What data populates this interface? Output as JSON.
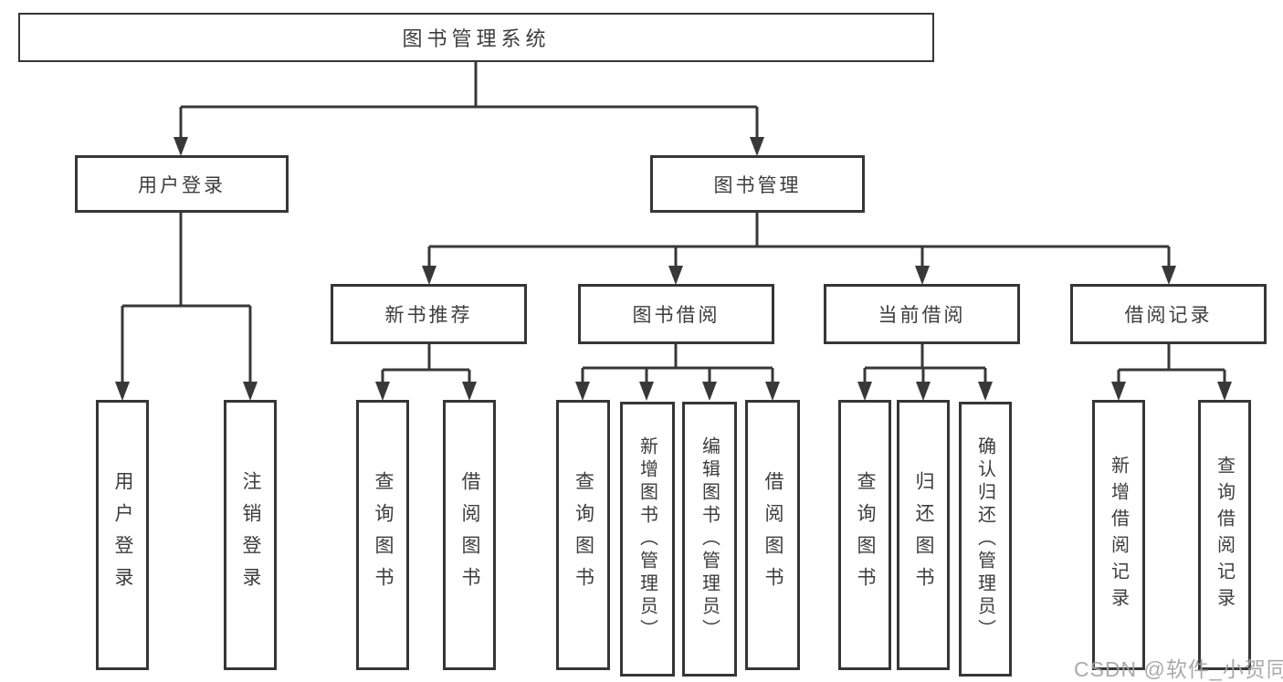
{
  "diagram": {
    "title": "图书管理系统",
    "user_login": {
      "label": "用户登录",
      "children": [
        "用户登录",
        "注销登录"
      ]
    },
    "book_mgmt": {
      "label": "图书管理",
      "groups": [
        {
          "label": "新书推荐",
          "children": [
            "查询图书",
            "借阅图书"
          ]
        },
        {
          "label": "图书借阅",
          "children": [
            "查询图书",
            "新增图书（管理员）",
            "编辑图书（管理员）",
            "借阅图书"
          ]
        },
        {
          "label": "当前借阅",
          "children": [
            "查询图书",
            "归还图书",
            "确认归还（管理员）"
          ]
        },
        {
          "label": "借阅记录",
          "children": [
            "新增借阅记录",
            "查询借阅记录"
          ]
        }
      ]
    }
  },
  "watermark": "CSDN @软件_小贺同学",
  "colors": {
    "line": "#383838",
    "border": "#363636",
    "text": "#3d3d3d",
    "watermark": "#a3a3a3",
    "background": "#ffffff"
  }
}
